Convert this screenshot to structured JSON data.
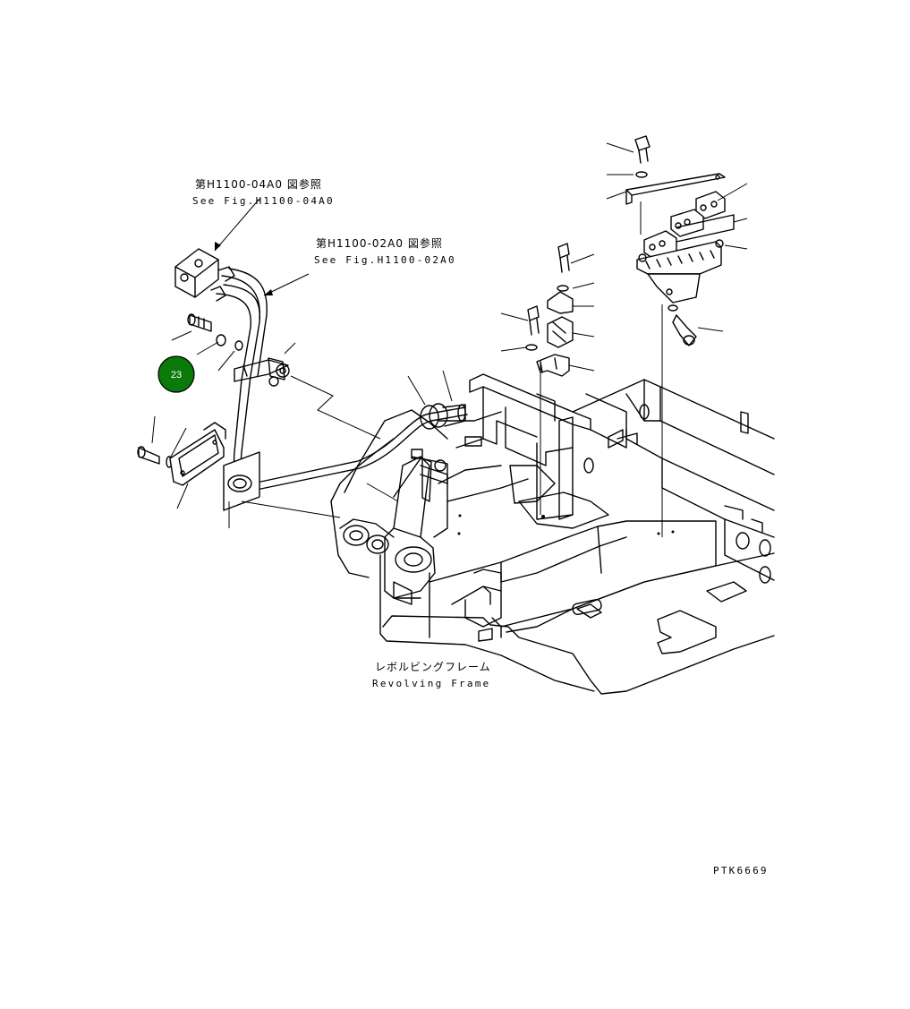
{
  "references": [
    {
      "ja": "第H1100-04A0 図参照",
      "en": "See Fig.H1100-04A0"
    },
    {
      "ja": "第H1100-02A0 図参照",
      "en": "See Fig.H1100-02A0"
    }
  ],
  "frame_label": {
    "ja": "レボルビングフレーム",
    "en": "Revolving Frame"
  },
  "drawing_code": "PTK6669",
  "callout": {
    "number": "23",
    "color": "#0a7a0a"
  }
}
